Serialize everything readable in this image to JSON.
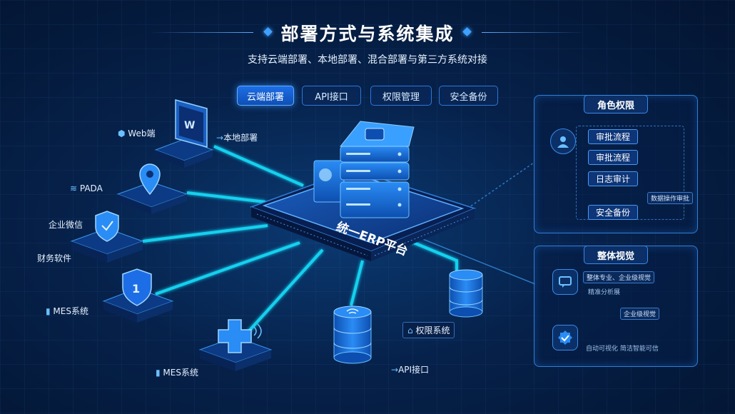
{
  "header": {
    "title": "部署方式与系统集成",
    "subtitle": "支持云端部署、本地部署、混合部署与第三方系统对接"
  },
  "tabs": [
    {
      "label": "云端部署",
      "active": true
    },
    {
      "label": "API接口",
      "active": false
    },
    {
      "label": "权限管理",
      "active": false
    },
    {
      "label": "安全备份",
      "active": false
    }
  ],
  "platform": {
    "label": "统一ERP平台"
  },
  "nodes": {
    "web": "Web端",
    "local": "本地部署",
    "pada": "PADA",
    "wechat": "企业微信",
    "finance": "财务软件",
    "mes1": "MES系统",
    "mes2": "MES系统",
    "api": "API接口",
    "rights": "权限系统"
  },
  "role_panel": {
    "title": "角色权限",
    "buttons": [
      "审批流程",
      "审批流程",
      "日志审计",
      "安全备份"
    ],
    "note": "数据操作审批"
  },
  "overview_panel": {
    "title": "整体视觉",
    "box1": "整体专业、企业级视觉",
    "text1": "精准分析展",
    "box2": "企业级视觉",
    "text2": "自动可视化  简洁智能可信"
  },
  "colors": {
    "accent": "#00e5ff",
    "primary": "#1d6ee6",
    "background": "#06214a"
  }
}
